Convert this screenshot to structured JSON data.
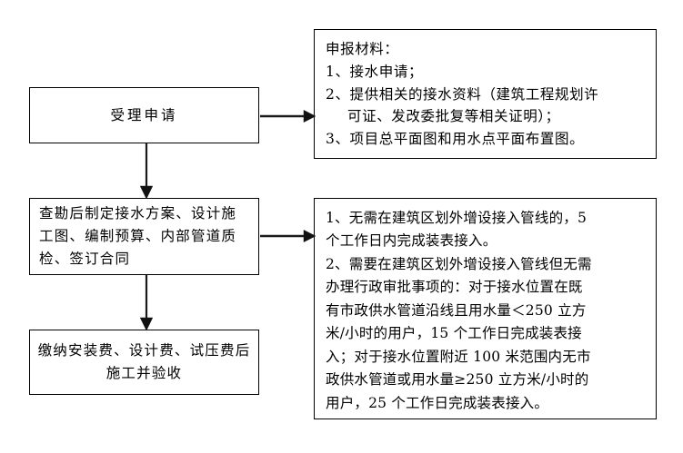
{
  "diagram": {
    "type": "flowchart",
    "orientation": "vertical-with-side-notes",
    "line_color": "#1a1a1a",
    "box_border_color": "#000000",
    "background_color": "#ffffff"
  },
  "process_steps": [
    {
      "id": "accept",
      "label": "受理申请"
    },
    {
      "id": "plan",
      "label": "查勘后制定接水方案、设计施工图、编制预算、内部管道质检、签订合同"
    },
    {
      "id": "pay",
      "label": "缴纳安装费、设计费、试压费后施工并验收"
    }
  ],
  "notes": {
    "materials": {
      "lines": [
        "申报材料：",
        "1、接水申请；",
        "2、提供相关的接水资料（建筑工程规划许",
        "可证、发改委批复等相关证明）；",
        "3、项目总平面图和用水点平面布置图。"
      ],
      "indent_flags": [
        false,
        false,
        false,
        true,
        false
      ]
    },
    "timeline": {
      "lines": [
        "1、无需在建筑区划外增设接入管线的，5",
        "个工作日内完成装表接入。",
        "2、需要在建筑区划外增设接入管线但无需",
        "办理行政审批事项的：对于接水位置在既",
        "有市政供水管道沿线且用水量＜250 立方",
        "米/小时的用户，15 个工作日完成装表接",
        "入；对于接水位置附近 100 米范围内无市",
        "政供水管道或用水量≥250 立方米/小时的",
        "用户，25 个工作日完成装表接入。"
      ],
      "indent_flags": [
        false,
        false,
        false,
        false,
        false,
        false,
        false,
        false,
        false
      ]
    }
  },
  "connectors": [
    {
      "id": "accept-to-materials",
      "from": "accept",
      "to": "materials",
      "direction": "right"
    },
    {
      "id": "plan-to-timeline",
      "from": "plan",
      "to": "timeline",
      "direction": "right"
    },
    {
      "id": "accept-to-plan",
      "from": "accept",
      "to": "plan",
      "direction": "down"
    },
    {
      "id": "plan-to-pay",
      "from": "plan",
      "to": "pay",
      "direction": "down"
    }
  ]
}
